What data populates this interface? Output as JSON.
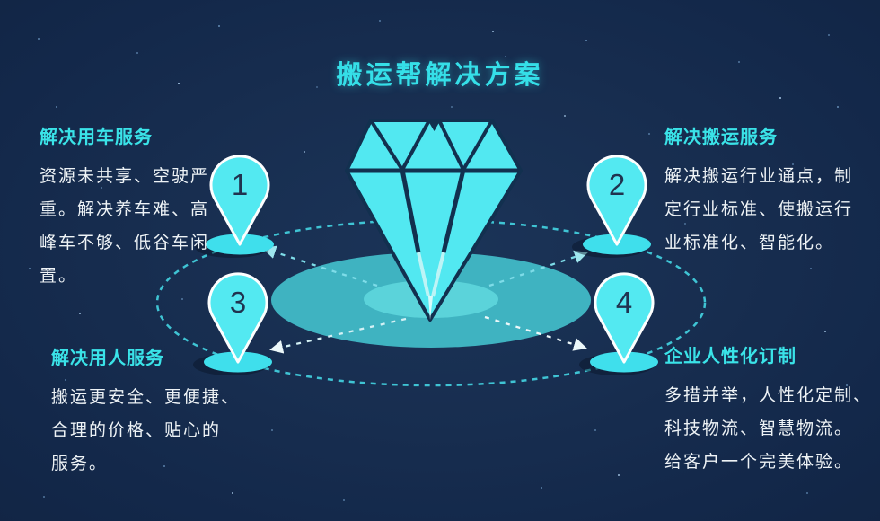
{
  "title": "搬运帮解决方案",
  "sections": [
    {
      "number": "1",
      "heading": "解决用车服务",
      "body": "资源未共享、空驶严\n重。解决养车难、高\n峰车不够、低谷车闲\n置。"
    },
    {
      "number": "2",
      "heading": "解决搬运服务",
      "body": "解决搬运行业通点，制\n定行业标准、使搬运行\n业标准化、智能化。"
    },
    {
      "number": "3",
      "heading": "解决用人服务",
      "body": "搬运更安全、更便捷、\n合理的价格、贴心的\n服务。"
    },
    {
      "number": "4",
      "heading": "企业人性化订制",
      "body": "多措并举，人性化定制、\n科技物流、智慧物流。\n给客户一个完美体验。"
    }
  ],
  "colors": {
    "background": "#15294a",
    "accent_cyan": "#35dfe8",
    "body_text": "#eef3f6",
    "diamond": "#52e8f1",
    "facet_line": "#12304f",
    "platform": "#41bac7",
    "platform_inner": "#5bd3da",
    "orbit_dash": "#41ccdb",
    "pin_fill": "#53e9f1",
    "pin_stroke": "#fdfefe",
    "pin_number_color": "#20334f"
  }
}
